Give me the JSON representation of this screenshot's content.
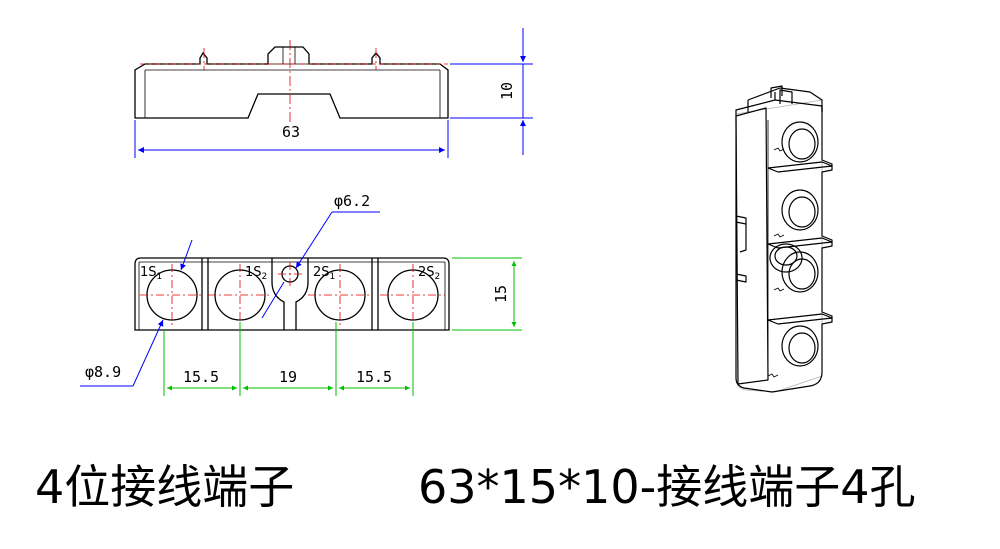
{
  "dimensions": {
    "overall_length": "63",
    "height": "10",
    "width": "15",
    "small_hole_dia": "φ6.2",
    "hole_dia": "φ8.9",
    "pitch_left": "15.5",
    "pitch_center": "19",
    "pitch_right": "15.5"
  },
  "terminal_labels": {
    "t1": {
      "base": "1S",
      "sub": "1"
    },
    "t2": {
      "base": "1S",
      "sub": "2"
    },
    "t3": {
      "base": "2S",
      "sub": "1"
    },
    "t4": {
      "base": "2S",
      "sub": "2"
    }
  },
  "captions": {
    "left": "4位接线端子",
    "right": "63*15*10-接线端子4孔"
  },
  "colors": {
    "outline": "#000000",
    "dimension_blue": "#0000ff",
    "dimension_green": "#00c000",
    "centerline_red": "#e00000"
  }
}
